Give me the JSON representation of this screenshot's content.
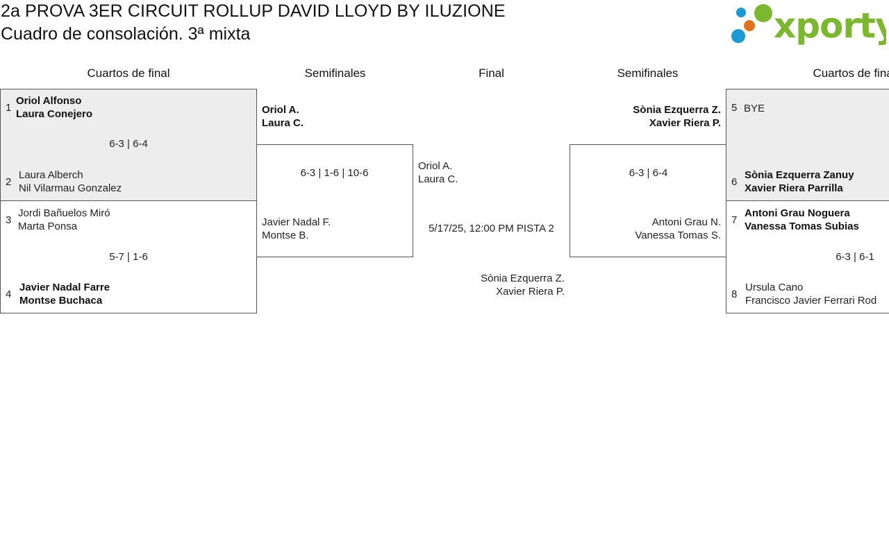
{
  "header": {
    "title": "2a PROVA 3ER CIRCUIT ROLLUP DAVID LLOYD BY ILUZIONE",
    "subtitle": "Cuadro de consolación. 3ª mixta",
    "logo_text": "xporty"
  },
  "rounds": {
    "left_qf": "Cuartos de final",
    "left_sf": "Semifinales",
    "final": "Final",
    "right_sf": "Semifinales",
    "right_qf": "Cuartos de final"
  },
  "quarterfinals_left": [
    {
      "top": {
        "seed": "1",
        "p1": "Oriol Alfonso",
        "p2": "Laura Conejero"
      },
      "bottom": {
        "seed": "2",
        "p1": "Laura Alberch",
        "p2": "Nil Vilarmau Gonzalez"
      },
      "score": "6-3 | 6-4"
    },
    {
      "top": {
        "seed": "3",
        "p1": "Jordi Bañuelos Miró",
        "p2": "Marta Ponsa"
      },
      "bottom": {
        "seed": "4",
        "p1": "Javier Nadal Farre",
        "p2": "Montse Buchaca"
      },
      "score": "5-7 | 1-6"
    }
  ],
  "semifinal_left": {
    "top": {
      "p1": "Oriol A.",
      "p2": "Laura C."
    },
    "bottom": {
      "p1": "Javier Nadal F.",
      "p2": "Montse B."
    },
    "score": "6-3 | 1-6 | 10-6"
  },
  "final": {
    "top": {
      "p1": "Oriol A.",
      "p2": "Laura C."
    },
    "schedule": "5/17/25, 12:00 PM PISTA 2",
    "bottom": {
      "p1": "Sònia Ezquerra Z.",
      "p2": "Xavier Riera P."
    }
  },
  "semifinal_right": {
    "top": {
      "p1": "Sònia Ezquerra Z.",
      "p2": "Xavier Riera P."
    },
    "bottom": {
      "p1": "Antoni Grau N.",
      "p2": "Vanessa Tomas S."
    },
    "score": "6-3 | 6-4"
  },
  "quarterfinals_right": [
    {
      "top": {
        "seed": "5",
        "p1": "BYE"
      },
      "bottom": {
        "seed": "6",
        "p1": "Sònia Ezquerra Zanuy",
        "p2": "Xavier Riera Parrilla"
      }
    },
    {
      "top": {
        "seed": "7",
        "p1": "Antoni Grau Noguera",
        "p2": "Vanessa Tomas Subias"
      },
      "bottom": {
        "seed": "8",
        "p1": "Ursula Cano",
        "p2": "Francisco Javier Ferrari Rod"
      },
      "score": "6-3 | 6-1"
    }
  ],
  "colors": {
    "logo_green": "#7cb82f",
    "logo_blue": "#1a9ad6",
    "logo_orange": "#e2731b",
    "winner_shade": "#ededed"
  }
}
